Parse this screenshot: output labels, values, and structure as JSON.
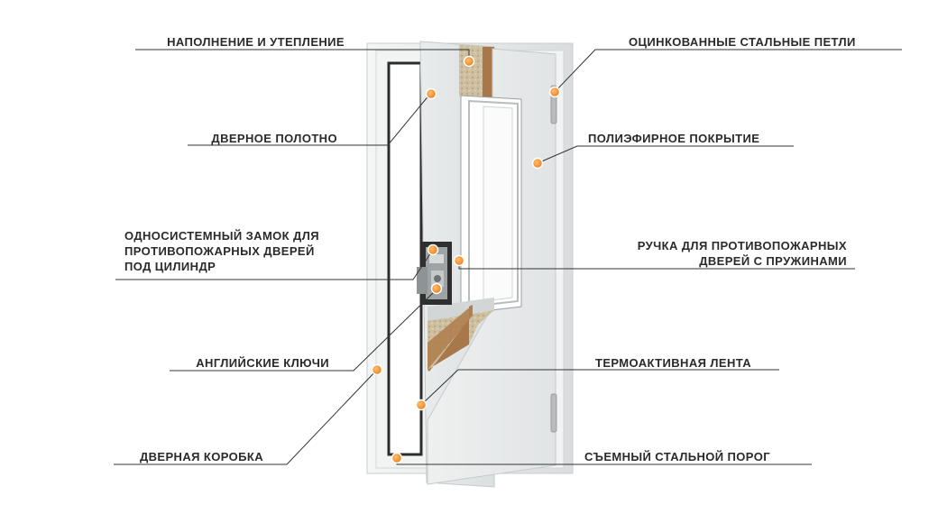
{
  "labels": {
    "filling": [
      "НАПОЛНЕНИЕ И УТЕПЛЕНИЕ"
    ],
    "leaf": [
      "ДВЕРНОЕ ПОЛОТНО"
    ],
    "lock": [
      "ОДНОСИСТЕМНЫЙ ЗАМОК ДЛЯ",
      "ПРОТИВОПОЖАРНЫХ ДВЕРЕЙ",
      "ПОД ЦИЛИНДР"
    ],
    "keys": [
      "АНГЛИЙСКИЕ КЛЮЧИ"
    ],
    "frame": [
      "ДВЕРНАЯ КОРОБКА"
    ],
    "hinges": [
      "ОЦИНКОВАННЫЕ СТАЛЬНЫЕ ПЕТЛИ"
    ],
    "coating": [
      "ПОЛИЭФИРНОЕ ПОКРЫТИЕ"
    ],
    "handle": [
      "РУЧКА ДЛЯ ПРОТИВОПОЖАРНЫХ",
      "ДВЕРЕЙ С ПРУЖИНАМИ"
    ],
    "tape": [
      "ТЕРМОАКТИВНАЯ ЛЕНТА"
    ],
    "threshold": [
      "СЪЕМНЫЙ СТАЛЬНОЙ ПОРОГ"
    ]
  },
  "colors": {
    "marker": "#f08a24",
    "leader": "#333333",
    "frame": "#e9ecec",
    "door": "#e4e7e8",
    "insulation": "#c8b99a",
    "wood": "#a9784a"
  }
}
